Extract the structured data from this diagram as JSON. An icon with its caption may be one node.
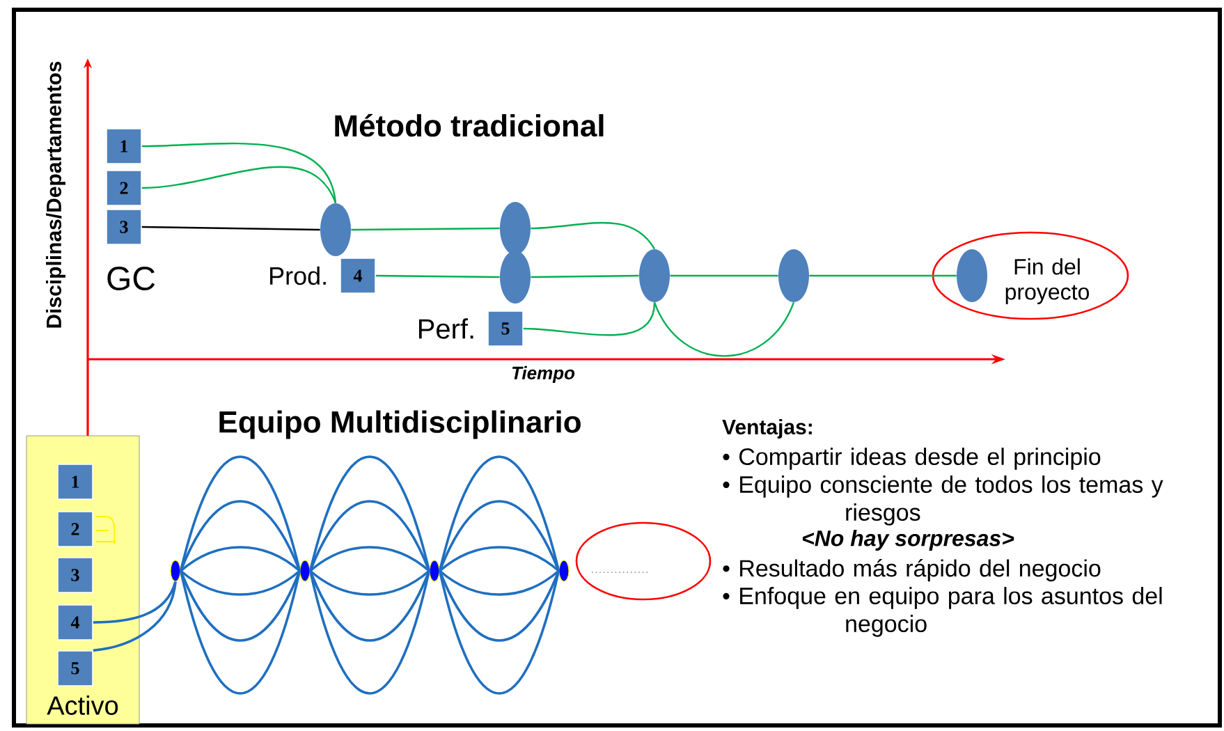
{
  "diagram": {
    "nodes": [
      {
        "text": [
          "1"
        ]
      },
      {
        "text": [
          "2"
        ]
      },
      {
        "text": [
          "3"
        ]
      },
      {
        "text": [],
        "shape": "ellipse"
      },
      {
        "text": [
          "4"
        ],
        "beside": [
          "Prod."
        ]
      },
      {
        "text": [
          "5"
        ],
        "beside": [
          "Perf."
        ]
      },
      {
        "text": [],
        "shape": "ellipse"
      },
      {
        "text": [],
        "shape": "ellipse"
      },
      {
        "text": [],
        "shape": "ellipse"
      },
      {
        "text": [],
        "shape": "ellipse"
      },
      {
        "text": [
          "Fin del proyecto"
        ]
      },
      {
        "text": [],
        "shape": "ellipse",
        "in": 10
      },
      {
        "text": [
          "Activo"
        ]
      },
      {
        "text": [
          "1"
        ],
        "in": 12
      },
      {
        "text": [
          "2"
        ],
        "in": 12
      },
      {
        "text": [
          "3"
        ],
        "in": 12
      },
      {
        "text": [
          "4"
        ],
        "in": 12
      },
      {
        "text": [
          "5"
        ],
        "in": 12
      },
      {
        "text": [],
        "shape": "ellipse"
      },
      {
        "text": [],
        "shape": "ellipse"
      },
      {
        "text": [],
        "shape": "ellipse"
      },
      {
        "text": [],
        "shape": "ellipse"
      },
      {
        "text": [],
        "shape": "ellipse"
      }
    ],
    "edges": [
      {
        "from": 0,
        "to": 3,
        "arrow": "none",
        "color": "#00b050"
      },
      {
        "from": 1,
        "to": 3,
        "arrow": "none",
        "color": "#00b050"
      },
      {
        "from": 2,
        "to": 3,
        "arrow": "none",
        "color": "#000000"
      },
      {
        "from": 3,
        "to": 6,
        "arrow": "none",
        "color": "#00b050"
      },
      {
        "from": 6,
        "to": 8,
        "arrow": "none",
        "color": "#00b050"
      },
      {
        "from": 4,
        "to": 7,
        "arrow": "none",
        "color": "#00b050"
      },
      {
        "from": 7,
        "to": 8,
        "arrow": "none",
        "color": "#00b050"
      },
      {
        "from": 5,
        "to": 8,
        "arrow": "none",
        "color": "#00b050"
      },
      {
        "from": 8,
        "to": 9,
        "arrow": "none",
        "color": "#00b050"
      },
      {
        "from": 8,
        "to": 9,
        "arrow": "none",
        "color": "#00b050"
      },
      {
        "from": 9,
        "to": 11,
        "arrow": "none",
        "color": "#00b050"
      },
      {
        "from": 16,
        "to": 18,
        "arrow": "none"
      },
      {
        "from": 17,
        "to": 18,
        "arrow": "none"
      },
      {
        "from": 18,
        "to": 19,
        "arrow": "none"
      },
      {
        "from": 18,
        "to": 19,
        "arrow": "none"
      },
      {
        "from": 18,
        "to": 19,
        "arrow": "none"
      },
      {
        "from": 18,
        "to": 19,
        "arrow": "none"
      },
      {
        "from": 18,
        "to": 19,
        "arrow": "none"
      },
      {
        "from": 18,
        "to": 19,
        "arrow": "none"
      },
      {
        "from": 19,
        "to": 20,
        "arrow": "none"
      },
      {
        "from": 19,
        "to": 20,
        "arrow": "none"
      },
      {
        "from": 19,
        "to": 20,
        "arrow": "none"
      },
      {
        "from": 19,
        "to": 20,
        "arrow": "none"
      },
      {
        "from": 19,
        "to": 20,
        "arrow": "none"
      },
      {
        "from": 19,
        "to": 20,
        "arrow": "none"
      },
      {
        "from": 20,
        "to": 21,
        "arrow": "none"
      },
      {
        "from": 20,
        "to": 21,
        "arrow": "none"
      },
      {
        "from": 20,
        "to": 21,
        "arrow": "none"
      },
      {
        "from": 20,
        "to": 21,
        "arrow": "none"
      },
      {
        "from": 20,
        "to": 21,
        "arrow": "none"
      },
      {
        "from": 20,
        "to": 21,
        "arrow": "none"
      }
    ],
    "labels": [
      "Disciplinas/Departamentos",
      "Método tradicional",
      "GC",
      "Tiempo",
      "Equipo Multidisciplinario",
      "Ventajas:",
      "• Compartir ideas desde el principio",
      "• Equipo consciente de todos los temas y riesgos",
      "<No hay sorpresas>",
      "• Resultado más rápido del negocio",
      "• Enfoque en equipo para los asuntos del negocio"
    ]
  }
}
